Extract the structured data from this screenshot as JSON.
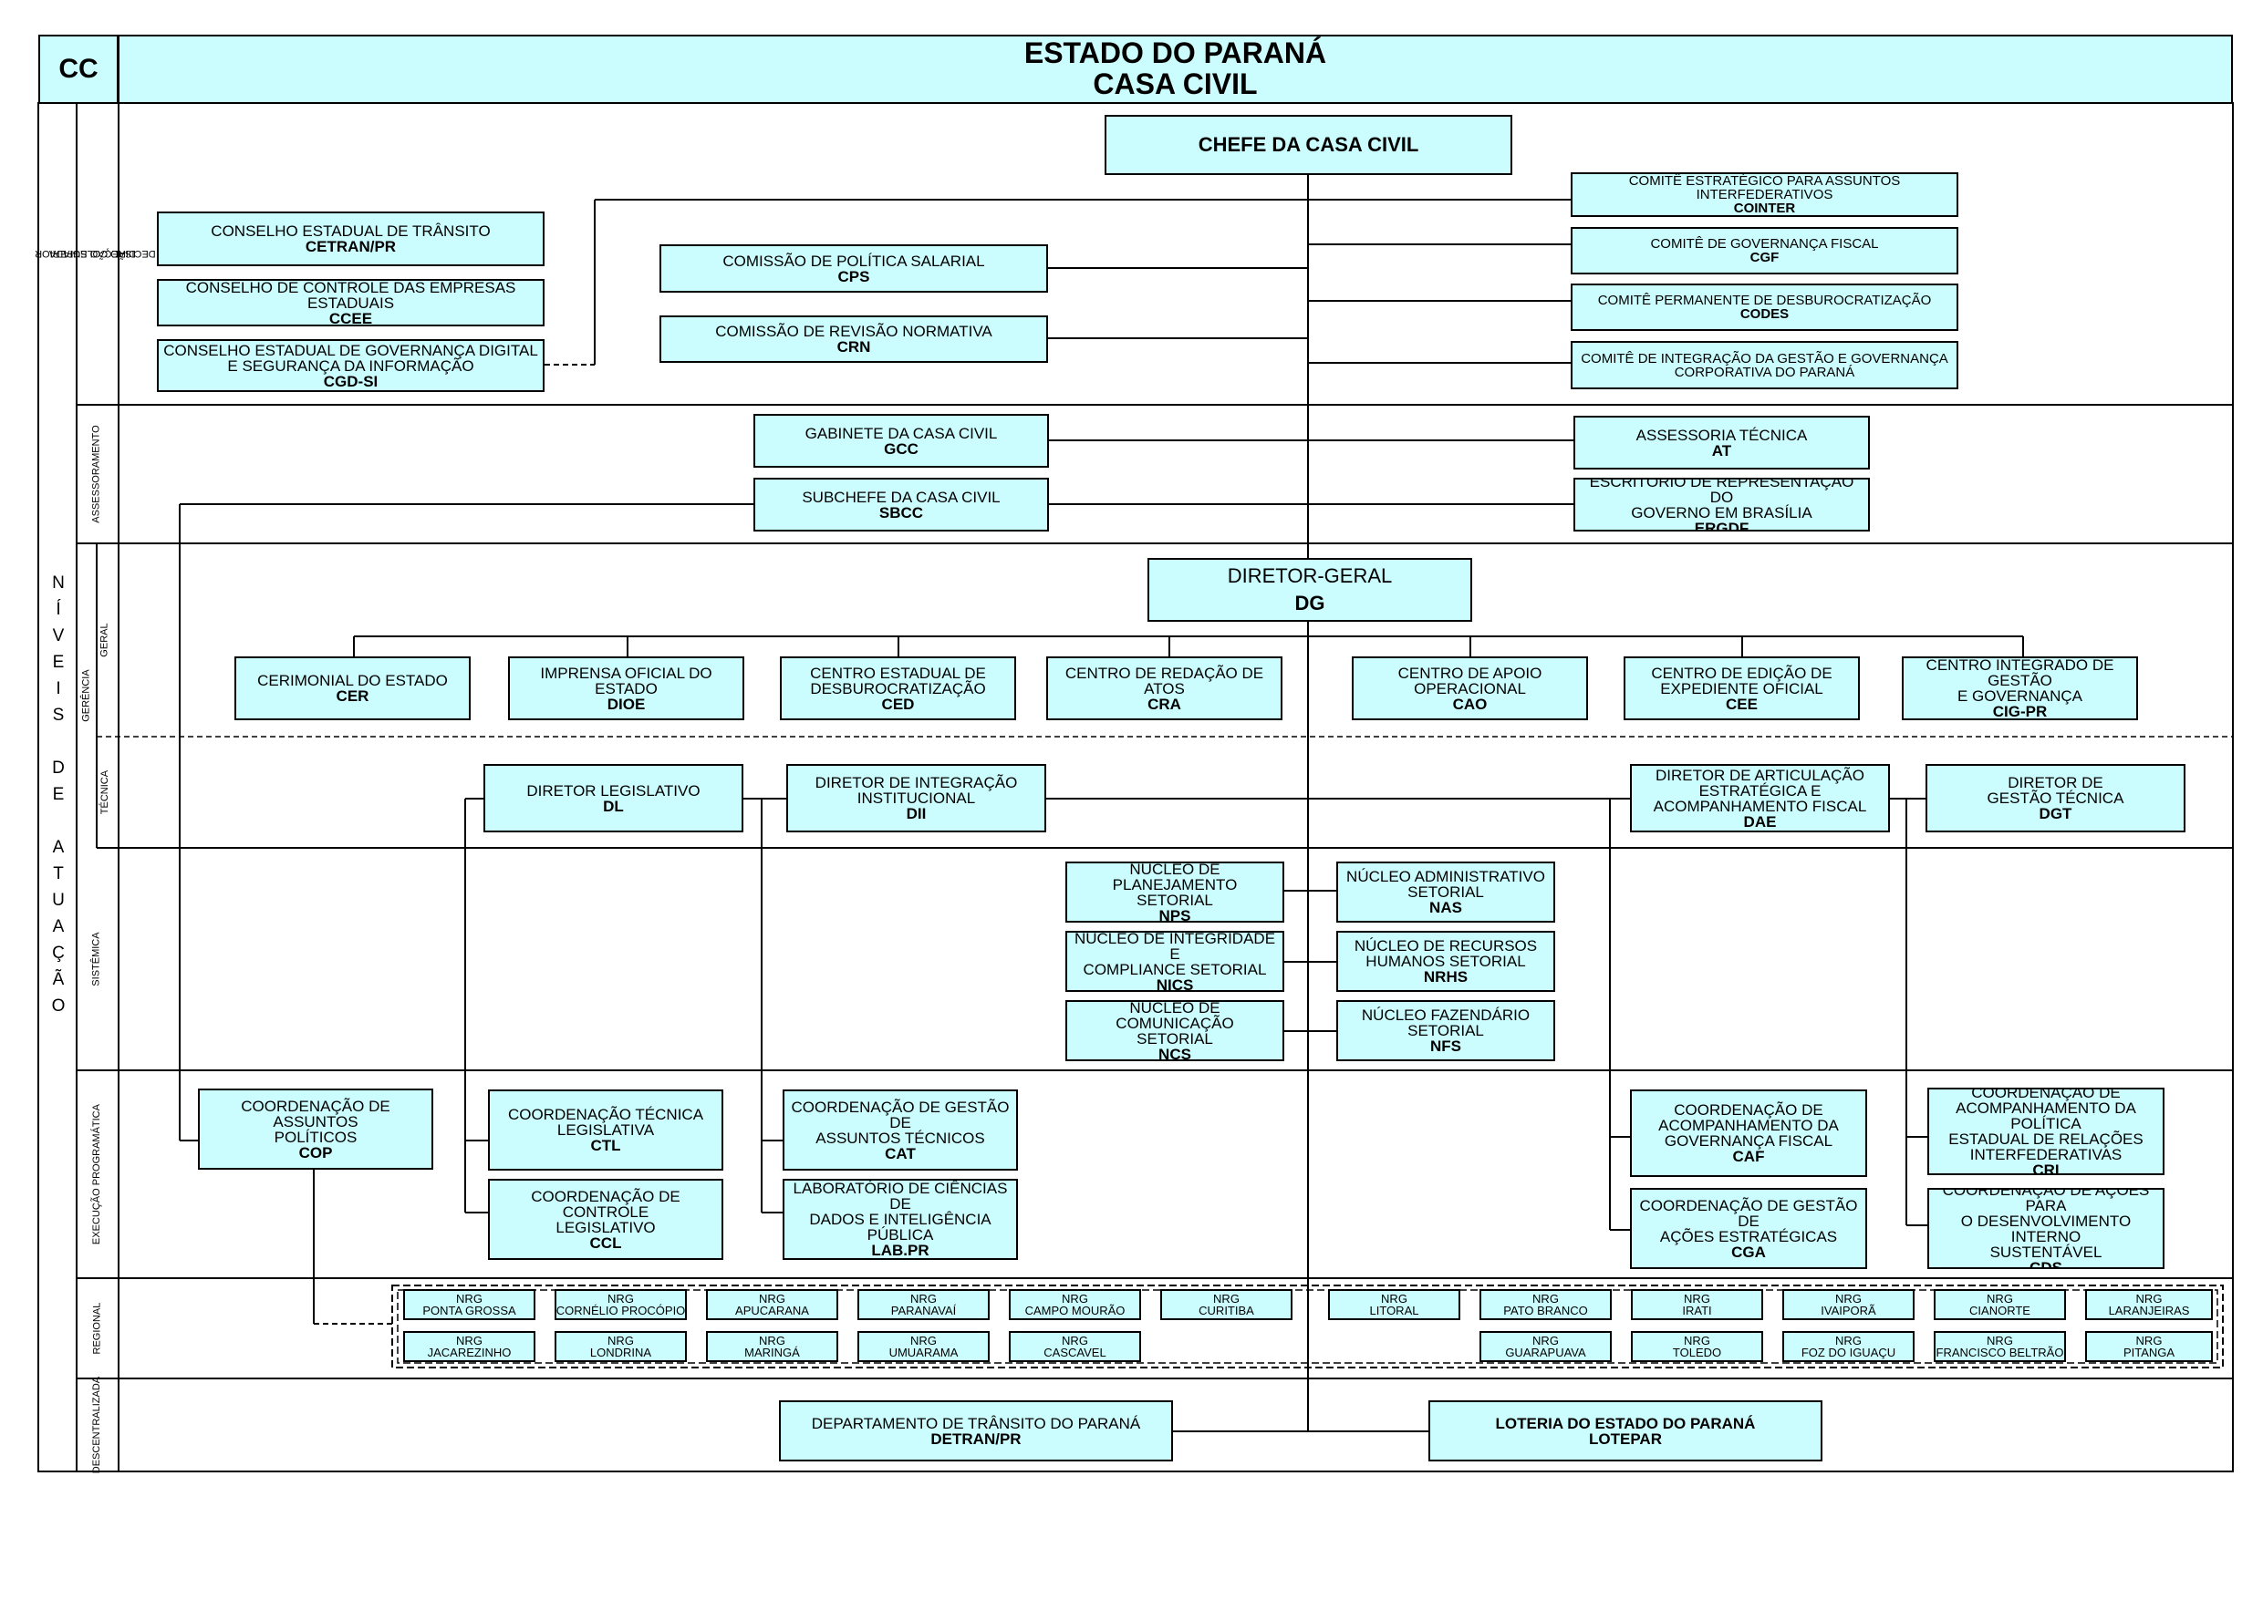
{
  "header": {
    "cc": "CC",
    "title_line1": "ESTADO DO PARANÁ",
    "title_line2": "CASA CIVIL"
  },
  "niveis": [
    "N",
    "Í",
    "V",
    "E",
    "I",
    "S",
    "",
    "D",
    "E",
    "",
    "A",
    "T",
    "U",
    "A",
    "Ç",
    "Ã",
    "O"
  ],
  "level_labels": {
    "direcao": "DIREÇÃO SUPERIOR",
    "direcao2": "E DECISÃO COLEGIADA",
    "assessoramento": "ASSESSORAMENTO",
    "gerencia": "GERÊNCIA",
    "geral": "GERAL",
    "tecnica": "TÉCNICA",
    "sistemica": "SISTÊMICA",
    "execucao": "EXECUÇÃO PROGRAMÁTICA",
    "regional": "REGIONAL",
    "descentralizada": "DESCENTRALIZADA"
  },
  "chefe": {
    "title": "CHEFE DA CASA CIVIL"
  },
  "conselhos": [
    {
      "title": "CONSELHO ESTADUAL DE TRÂNSITO",
      "code": "CETRAN/PR"
    },
    {
      "title": "CONSELHO DE CONTROLE DAS EMPRESAS ESTADUAIS",
      "code": "CCEE"
    },
    {
      "title": "CONSELHO ESTADUAL DE GOVERNANÇA DIGITAL",
      "title2": "E SEGURANÇA DA INFORMAÇÃO",
      "code": "CGD-SI"
    }
  ],
  "comissoes": [
    {
      "title": "COMISSÃO DE POLÍTICA SALARIAL",
      "code": "CPS"
    },
    {
      "title": "COMISSÃO DE REVISÃO NORMATIVA",
      "code": "CRN"
    }
  ],
  "comites": [
    {
      "title": "COMITÊ ESTRATÉGICO PARA ASSUNTOS INTERFEDERATIVOS",
      "code": "COINTER"
    },
    {
      "title": "COMITÊ DE GOVERNANÇA FISCAL",
      "code": "CGF"
    },
    {
      "title": "COMITÊ PERMANENTE DE DESBUROCRATIZAÇÃO",
      "code": "CODES"
    },
    {
      "title": "COMITÊ DE INTEGRAÇÃO DA GESTÃO E GOVERNANÇA",
      "title2": "CORPORATIVA DO PARANÁ"
    }
  ],
  "assessoramento": {
    "gcc": {
      "title": "GABINETE DA CASA CIVIL",
      "code": "GCC"
    },
    "sbcc": {
      "title": "SUBCHEFE DA CASA CIVIL",
      "code": "SBCC"
    },
    "at": {
      "title": "ASSESSORIA TÉCNICA",
      "code": "AT"
    },
    "ergdf": {
      "title": "ESCRITÓRIO DE REPRESENTAÇÃO DO",
      "title2": "GOVERNO EM BRASÍLIA",
      "code": "ERGDF"
    }
  },
  "dg": {
    "title": "DIRETOR-GERAL",
    "code": "DG"
  },
  "geral_units": [
    {
      "title": "CERIMONIAL DO ESTADO",
      "code": "CER"
    },
    {
      "title": "IMPRENSA OFICIAL DO ESTADO",
      "code": "DIOE"
    },
    {
      "title": "CENTRO ESTADUAL DE",
      "title2": "DESBUROCRATIZAÇÃO",
      "code": "CED"
    },
    {
      "title": "CENTRO DE REDAÇÃO DE ATOS",
      "code": "CRA"
    },
    {
      "title": "CENTRO DE APOIO",
      "title2": "OPERACIONAL",
      "code": "CAO"
    },
    {
      "title": "CENTRO DE EDIÇÃO DE",
      "title2": "EXPEDIENTE OFICIAL",
      "code": "CEE"
    },
    {
      "title": "CENTRO INTEGRADO DE GESTÃO",
      "title2": "E GOVERNANÇA",
      "code": "CIG-PR"
    }
  ],
  "diretores": [
    {
      "title": "DIRETOR LEGISLATIVO",
      "code": "DL"
    },
    {
      "title": "DIRETOR DE INTEGRAÇÃO",
      "title2": "INSTITUCIONAL",
      "code": "DII"
    },
    {
      "title": "DIRETOR DE ARTICULAÇÃO",
      "title2": "ESTRATÉGICA E",
      "title3": "ACOMPANHAMENTO FISCAL",
      "code": "DAE"
    },
    {
      "title": "DIRETOR DE",
      "title2": "GESTÃO TÉCNICA",
      "code": "DGT"
    }
  ],
  "nucleos": [
    {
      "title": "NÚCLEO DE PLANEJAMENTO",
      "title2": "SETORIAL",
      "code": "NPS"
    },
    {
      "title": "NÚCLEO ADMINISTRATIVO",
      "title2": "SETORIAL",
      "code": "NAS"
    },
    {
      "title": "NÚCLEO DE INTEGRIDADE E",
      "title2": "COMPLIANCE SETORIAL",
      "code": "NICS"
    },
    {
      "title": "NÚCLEO DE RECURSOS",
      "title2": "HUMANOS SETORIAL",
      "code": "NRHS"
    },
    {
      "title": "NÚCLEO DE COMUNICAÇÃO",
      "title2": "SETORIAL",
      "code": "NCS"
    },
    {
      "title": "NÚCLEO FAZENDÁRIO",
      "title2": "SETORIAL",
      "code": "NFS"
    }
  ],
  "coordenacoes": [
    {
      "title": "COORDENAÇÃO DE ASSUNTOS",
      "title2": "POLÍTICOS",
      "code": "COP"
    },
    {
      "title": "COORDENAÇÃO TÉCNICA",
      "title2": "LEGISLATIVA",
      "code": "CTL"
    },
    {
      "title": "COORDENAÇÃO DE CONTROLE",
      "title2": "LEGISLATIVO",
      "code": "CCL"
    },
    {
      "title": "COORDENAÇÃO DE GESTÃO DE",
      "title2": "ASSUNTOS TÉCNICOS",
      "code": "CAT"
    },
    {
      "title": "LABORATÓRIO DE CIÊNCIAS DE",
      "title2": "DADOS E INTELIGÊNCIA PÚBLICA",
      "code": "LAB.PR"
    },
    {
      "title": "COORDENAÇÃO DE",
      "title2": "ACOMPANHAMENTO DA",
      "title3": "GOVERNANÇA FISCAL",
      "code": "CAF"
    },
    {
      "title": "COORDENAÇÃO DE GESTÃO DE",
      "title2": "AÇÕES ESTRATÉGICAS",
      "code": "CGA"
    },
    {
      "title": "COORDENAÇÃO DE",
      "title2": "ACOMPANHAMENTO DA POLÍTICA",
      "title3": "ESTADUAL DE RELAÇÕES",
      "title4": "INTERFEDERATIVAS",
      "code": "CRI"
    },
    {
      "title": "COORDENAÇÃO DE AÇÕES PARA",
      "title2": "O DESENVOLVIMENTO INTERNO",
      "title3": "SUSTENTÁVEL",
      "code": "CDS"
    }
  ],
  "nrg_prefix": "NRG",
  "nrg_top": [
    "PONTA GROSSA",
    "CORNÉLIO PROCÓPIO",
    "APUCARANA",
    "PARANAVAÍ",
    "CAMPO MOURÃO",
    "CURITIBA",
    "LITORAL",
    "PATO BRANCO",
    "IRATI",
    "IVAIPORÃ",
    "CIANORTE",
    "LARANJEIRAS"
  ],
  "nrg_bottom": [
    "JACAREZINHO",
    "LONDRINA",
    "MARINGÁ",
    "UMUARAMA",
    "CASCAVEL",
    "GUARAPUAVA",
    "TOLEDO",
    "FOZ DO IGUAÇU",
    "FRANCISCO BELTRÃO",
    "PITANGA"
  ],
  "descentralizada": [
    {
      "title": "DEPARTAMENTO DE TRÂNSITO DO PARANÁ",
      "code": "DETRAN/PR"
    },
    {
      "title": "LOTERIA DO ESTADO DO PARANÁ",
      "code": "LOTEPAR"
    }
  ],
  "colors": {
    "box_fill": "#ccfdfe",
    "line": "#000000"
  }
}
